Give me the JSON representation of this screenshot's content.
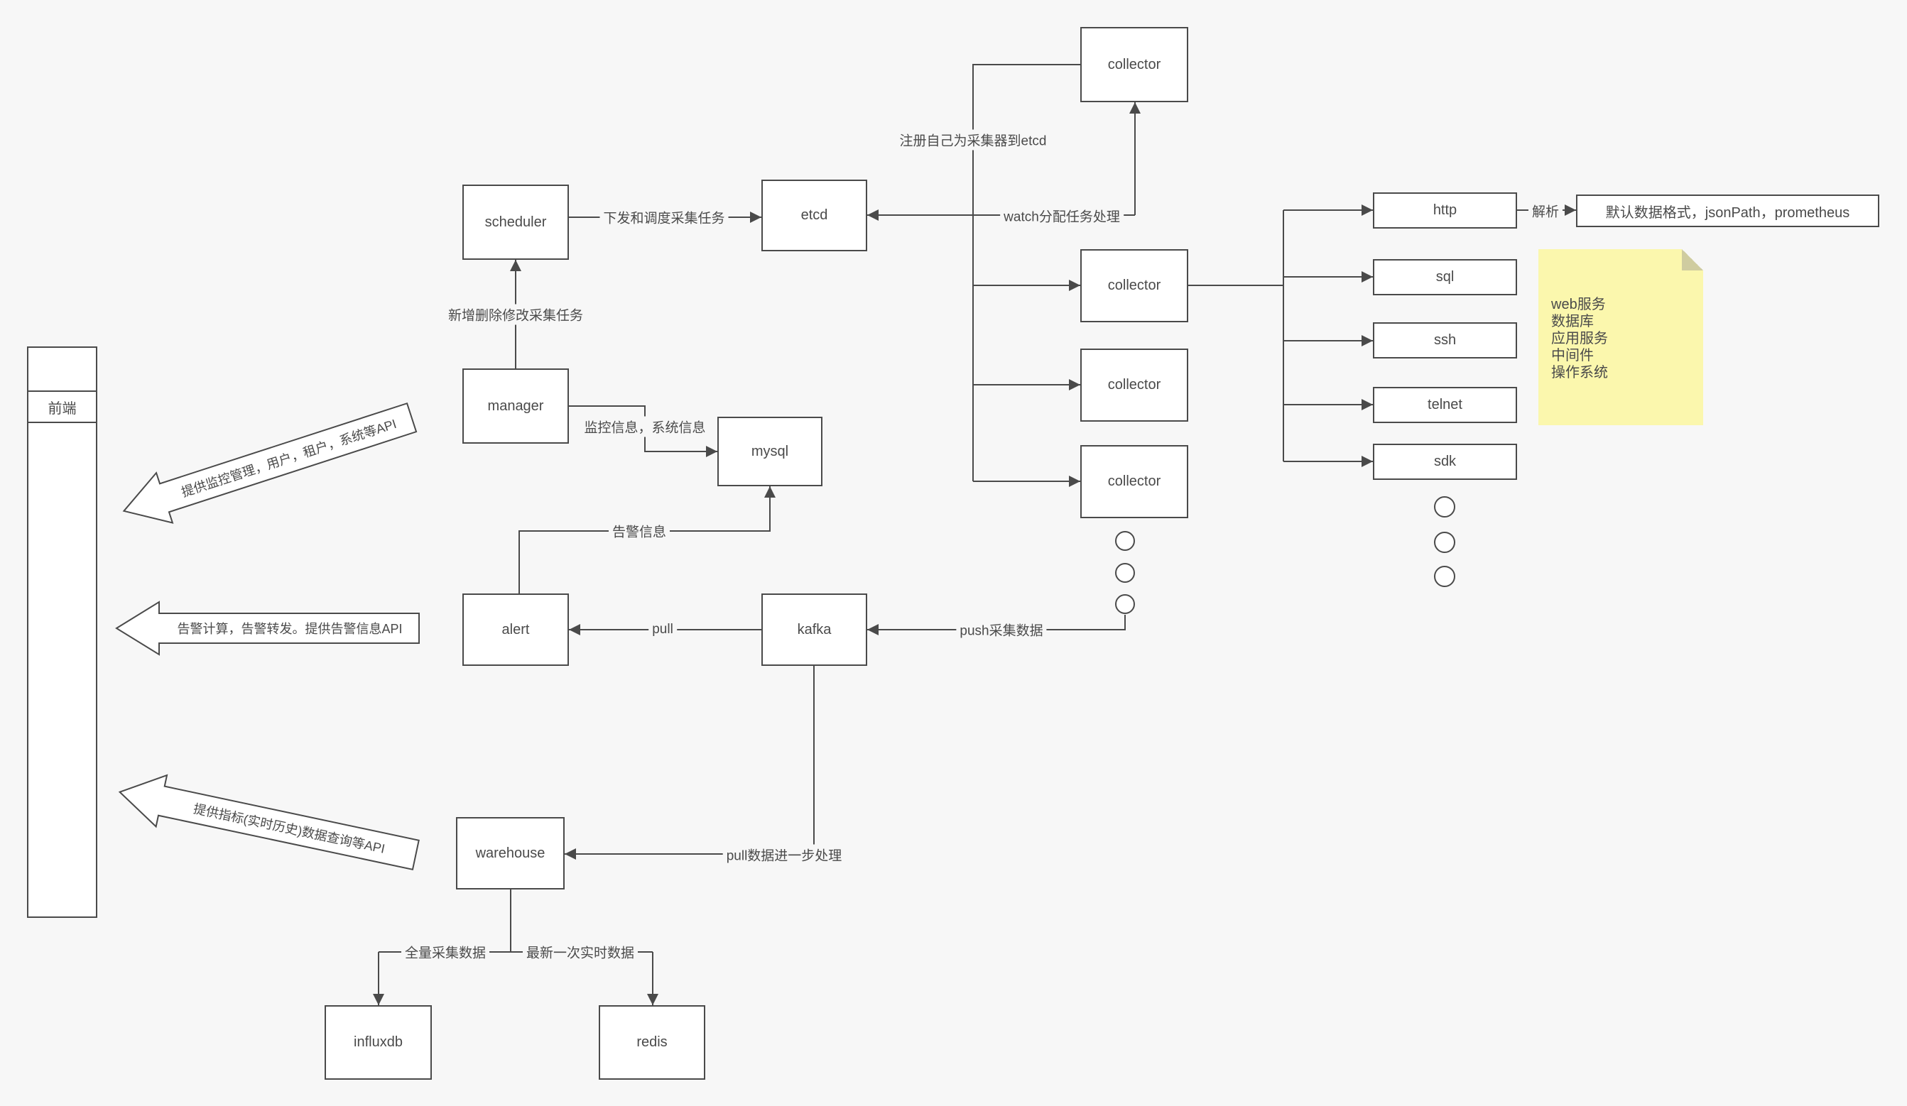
{
  "colors": {
    "background": "#f7f7f7",
    "stroke": "#4a4a4a",
    "node_fill": "#ffffff",
    "note_fill": "#fbf7ad"
  },
  "frontend": {
    "label": "前端"
  },
  "nodes": {
    "scheduler": "scheduler",
    "etcd": "etcd",
    "collector_top": "collector",
    "collector_2": "collector",
    "collector_3": "collector",
    "collector_4": "collector",
    "manager": "manager",
    "mysql": "mysql",
    "alert": "alert",
    "kafka": "kafka",
    "warehouse": "warehouse",
    "influxdb": "influxdb",
    "redis": "redis",
    "http": "http",
    "sql": "sql",
    "ssh": "ssh",
    "telnet": "telnet",
    "sdk": "sdk"
  },
  "edge_labels": {
    "dispatch": "下发和调度采集任务",
    "crud_tasks": "新增删除修改采集任务",
    "register": "注册自己为采集器到etcd",
    "watch": "watch分配任务处理",
    "parse": "解析",
    "monitor_info": "监控信息，系统信息",
    "alert_info": "告警信息",
    "push": "push采集数据",
    "pull": "pull",
    "pull_process": "pull数据进一步处理",
    "full_data": "全量采集数据",
    "latest_data": "最新一次实时数据"
  },
  "api_arrows": [
    {
      "label": "提供监控管理，用户，租户，系统等API"
    },
    {
      "label": "告警计算，告警转发。提供告警信息API"
    },
    {
      "label": "提供指标(实时历史)数据查询等API"
    }
  ],
  "parser_box": {
    "label": "默认数据格式，jsonPath，prometheus"
  },
  "note": {
    "text": "web服务\n数据库\n应用服务\n中间件\n操作系统"
  }
}
